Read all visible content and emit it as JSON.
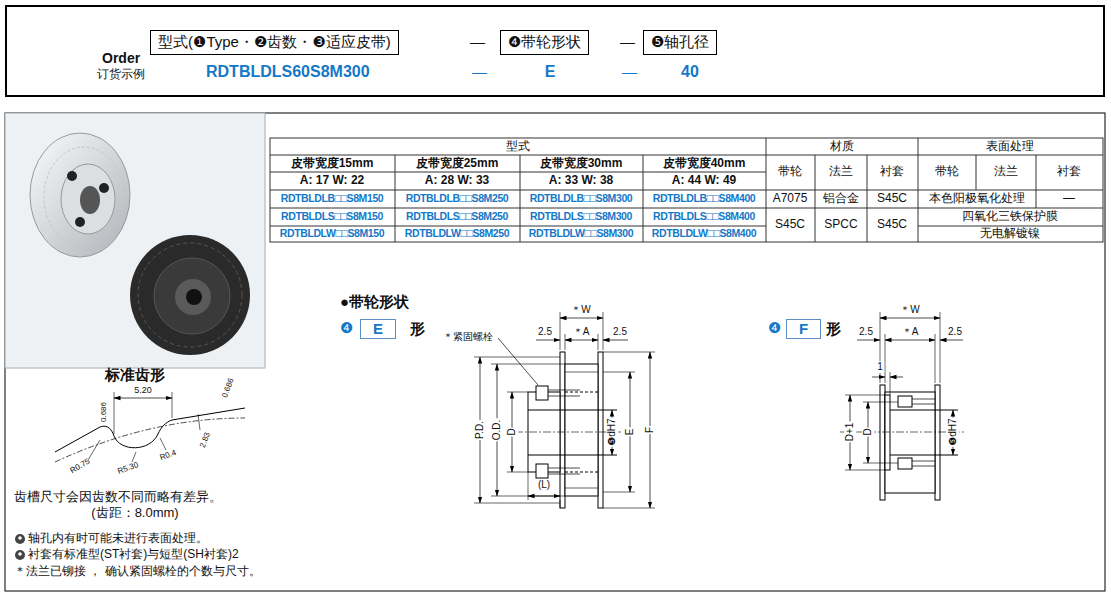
{
  "diagram": {
    "nodes": [
      {
        "text": [
          "Order",
          "订货示例"
        ]
      },
      {
        "text": [
          "型式(❶Type・❷齿数・❸适应皮带)"
        ],
        "in": 0
      },
      {
        "text": [
          "❹带轮形状"
        ],
        "in": 0
      },
      {
        "text": [
          "❺轴孔径"
        ],
        "in": 0
      },
      {
        "text": [
          "E"
        ]
      },
      {
        "text": [
          "F"
        ]
      }
    ],
    "labels": [
      "—",
      "—",
      "RDTBLDLS60S8M300",
      "—",
      "E",
      "—",
      "40",
      "型式",
      "材质",
      "表面处理",
      "皮带宽度15mm",
      "皮带宽度25mm",
      "皮带宽度30mm",
      "皮带宽度40mm",
      "带轮",
      "法兰",
      "衬套",
      "带轮",
      "法兰",
      "衬套",
      "A: 17 W: 22",
      "A: 28 W: 33",
      "A: 33 W: 38",
      "A: 44 W: 49",
      "RDTBLDLB□□S8M150",
      "RDTBLDLB□□S8M250",
      "RDTBLDLB□□S8M300",
      "RDTBLDLB□□S8M400",
      "A7075",
      "铝合金",
      "S45C",
      "本色阳极氧化处理",
      "—",
      "RDTBLDLS□□S8M150",
      "RDTBLDLS□□S8M250",
      "RDTBLDLS□□S8M300",
      "RDTBLDLS□□S8M400",
      "S45C",
      "SPCC",
      "S45C",
      "四氧化三铁保护膜",
      "RDTBLDLW□□S8M150",
      "RDTBLDLW□□S8M250",
      "RDTBLDLW□□S8M300",
      "RDTBLDLW□□S8M400",
      "无电解镀镍",
      "标准齿形",
      "5.20",
      "0.686",
      "0.686",
      "R0.75",
      "R5.30",
      "R0.4",
      "2.83",
      "齿槽尺寸会因齿数不同而略有差异。",
      "(齿距：8.0mm)",
      "轴孔内有时可能未进行表面处理。",
      "衬套有标准型(ST衬套)与短型(SH衬套)2",
      "＊法兰已铆接 ， 确认紧固螺栓的个数与尺寸。",
      "●带轮形状",
      "❹",
      "形",
      "＊紧固螺栓",
      "＊W",
      "2.5",
      "＊A",
      "2.5",
      "P.D.",
      "O.D.",
      "D",
      "❺dH7",
      "E",
      "F",
      "(L)",
      "❹",
      "形",
      "＊W",
      "2.5",
      "＊A",
      "2.5",
      "1",
      "D+1",
      "D",
      "❺dH7"
    ]
  }
}
